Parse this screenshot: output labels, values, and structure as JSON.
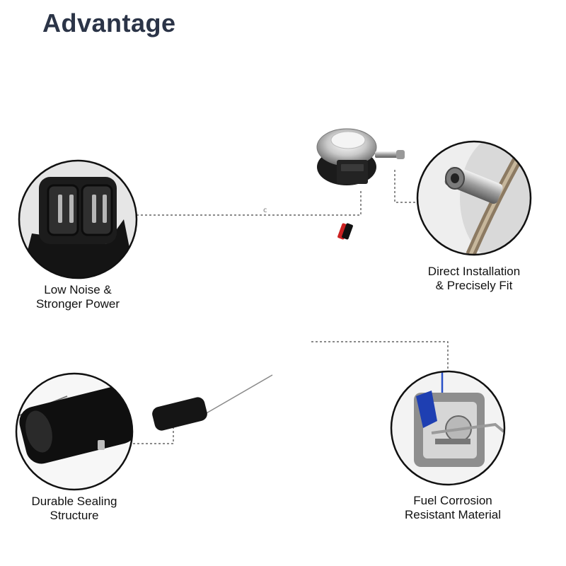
{
  "title": "Advantage",
  "features": [
    {
      "line1": "Low Noise &",
      "line2": "Stronger Power"
    },
    {
      "line1": "Direct Installation",
      "line2": "& Precisely Fit"
    },
    {
      "line1": "Durable Sealing",
      "line2": "Structure"
    },
    {
      "line1": "Fuel Corrosion",
      "line2": "Resistant Material"
    }
  ]
}
